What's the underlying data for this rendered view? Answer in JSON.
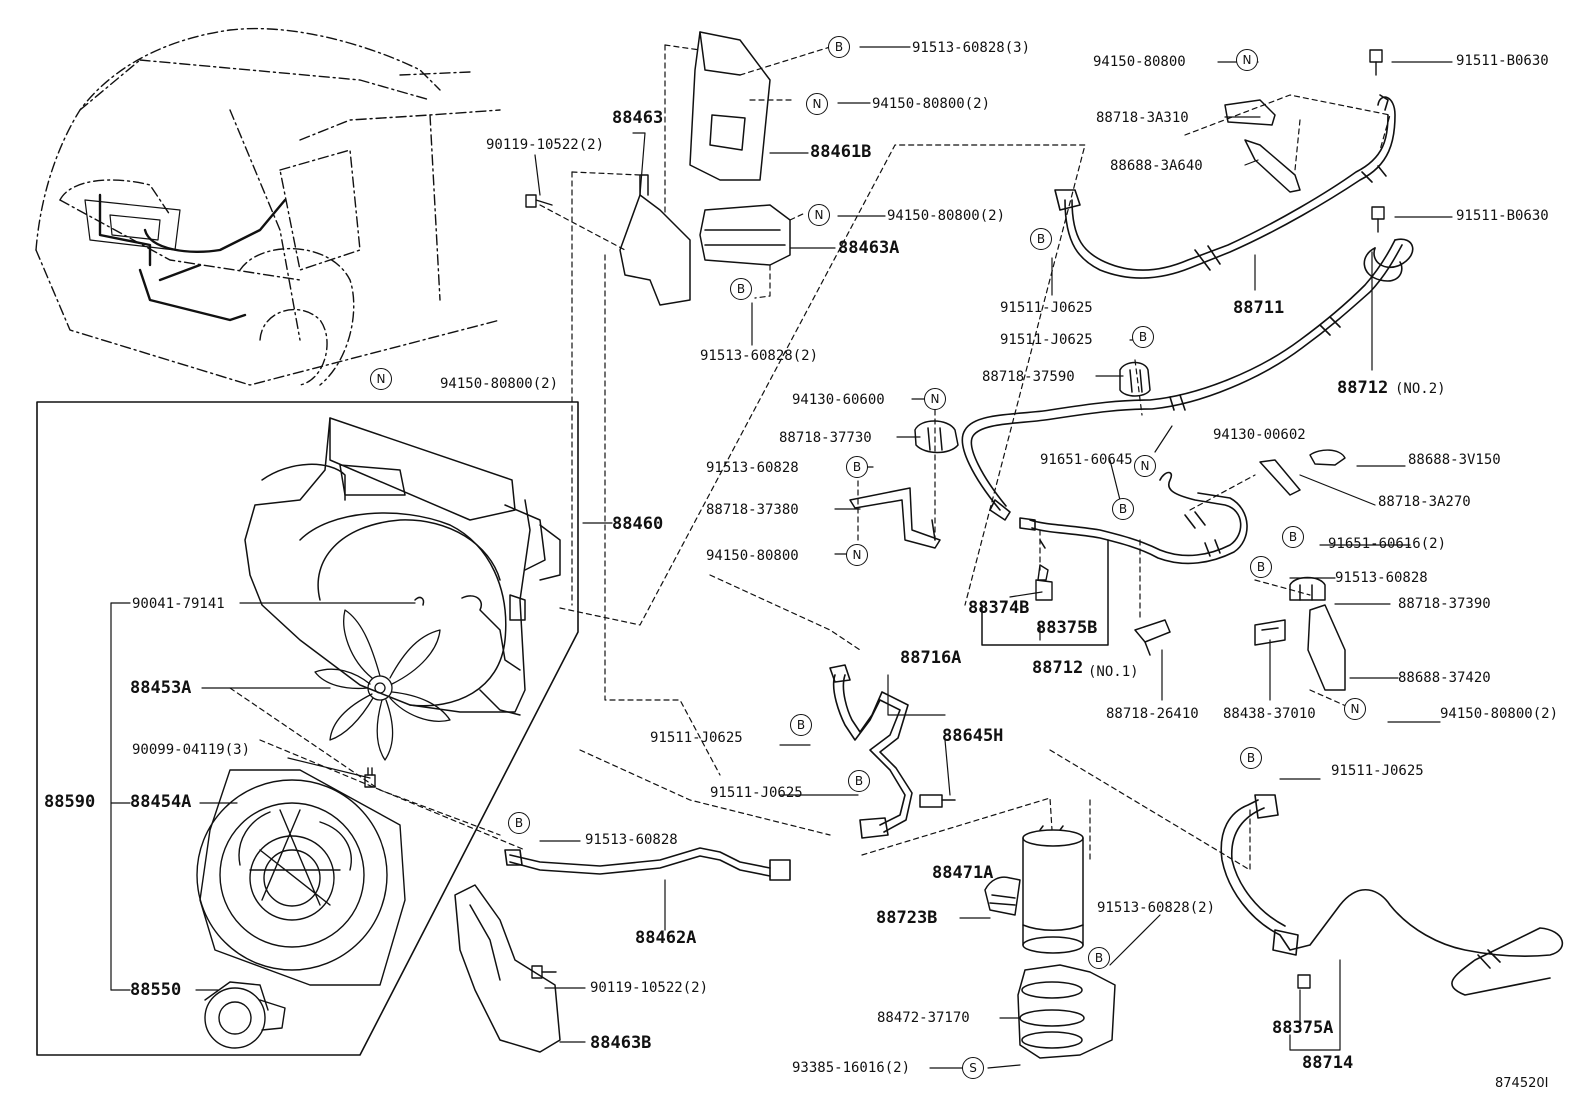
{
  "diagram_id": "874520I",
  "callouts": {
    "B": "B",
    "N": "N",
    "S": "S"
  },
  "parts": {
    "p1": "91513-60828(3)",
    "p2": "94150-80800(2)",
    "p3": "88463",
    "p4": "88461B",
    "p5": "90119-10522(2)",
    "p6": "94150-80800(2)",
    "p7": "88463A",
    "p8": "91513-60828(2)",
    "p9": "94150-80800",
    "p10": "88718-3A310",
    "p11": "88688-3A640",
    "p12": "91511-B0630",
    "p13": "91511-B0630",
    "p14": "91511-J0625",
    "p15": "88711",
    "p16": "91511-J0625",
    "p17": "88718-37590",
    "p18": "88712",
    "p19": "(NO.2)",
    "p20": "94150-80800(2)",
    "p21": "94130-60600",
    "p22": "88718-37730",
    "p23": "94130-00602",
    "p24": "91651-60645",
    "p25": "88688-3V150",
    "p26": "91513-60828",
    "p27": "88718-37380",
    "p28": "88718-3A270",
    "p29": "94150-80800",
    "p30": "91651-60616(2)",
    "p31": "88460",
    "p32": "91513-60828",
    "p33": "88374B",
    "p34": "88375B",
    "p35": "88718-37390",
    "p36": "90041-79141",
    "p37": "88712",
    "p38": "(NO.1)",
    "p39": "88688-37420",
    "p40": "88453A",
    "p41": "88716A",
    "p42": "88718-26410",
    "p43": "88438-37010",
    "p44": "94150-80800(2)",
    "p45": "91511-J0625",
    "p46": "88645H",
    "p47": "90099-04119(3)",
    "p48": "91511-J0625",
    "p49": "91511-J0625",
    "p50": "88590",
    "p51": "88454A",
    "p52": "91513-60828",
    "p53": "88471A",
    "p54": "91513-60828(2)",
    "p55": "88723B",
    "p56": "88462A",
    "p57": "88550",
    "p58": "90119-10522(2)",
    "p59": "88472-37170",
    "p60": "88375A",
    "p61": "88463B",
    "p62": "88714",
    "p63": "93385-16016(2)"
  }
}
